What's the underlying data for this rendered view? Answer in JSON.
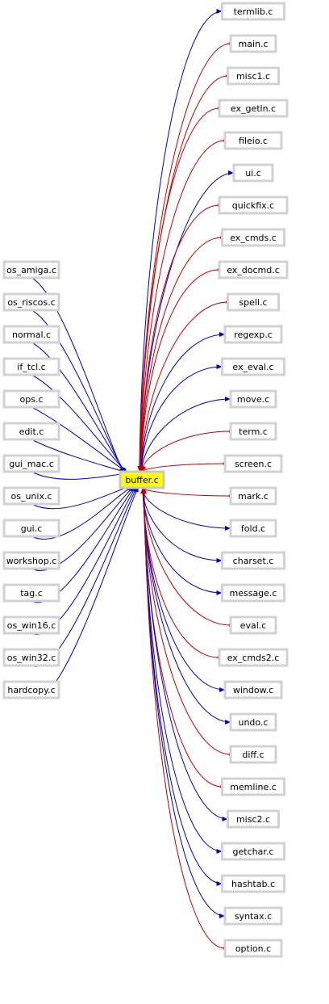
{
  "center": {
    "label": "buffer.c",
    "highlight": "#ffff00"
  },
  "colors": {
    "blue_edge": "#0000c0",
    "red_edge": "#c00000"
  },
  "left_nodes": [
    "os_amiga.c",
    "os_riscos.c",
    "normal.c",
    "if_tcl.c",
    "ops.c",
    "edit.c",
    "gui_mac.c",
    "os_unix.c",
    "gui.c",
    "workshop.c",
    "tag.c",
    "os_win16.c",
    "os_win32.c",
    "hardcopy.c"
  ],
  "right_nodes": [
    {
      "label": "termlib.c",
      "edge": "blue"
    },
    {
      "label": "main.c",
      "edge": "red"
    },
    {
      "label": "misc1.c",
      "edge": "red"
    },
    {
      "label": "ex_getln.c",
      "edge": "red"
    },
    {
      "label": "fileio.c",
      "edge": "red"
    },
    {
      "label": "ui.c",
      "edge": "blue"
    },
    {
      "label": "quickfix.c",
      "edge": "red"
    },
    {
      "label": "ex_cmds.c",
      "edge": "red"
    },
    {
      "label": "ex_docmd.c",
      "edge": "red"
    },
    {
      "label": "spell.c",
      "edge": "red"
    },
    {
      "label": "regexp.c",
      "edge": "blue"
    },
    {
      "label": "ex_eval.c",
      "edge": "blue"
    },
    {
      "label": "move.c",
      "edge": "blue"
    },
    {
      "label": "term.c",
      "edge": "red"
    },
    {
      "label": "screen.c",
      "edge": "red"
    },
    {
      "label": "mark.c",
      "edge": "red"
    },
    {
      "label": "fold.c",
      "edge": "blue"
    },
    {
      "label": "charset.c",
      "edge": "blue"
    },
    {
      "label": "message.c",
      "edge": "blue"
    },
    {
      "label": "eval.c",
      "edge": "red"
    },
    {
      "label": "ex_cmds2.c",
      "edge": "red"
    },
    {
      "label": "window.c",
      "edge": "blue"
    },
    {
      "label": "undo.c",
      "edge": "blue"
    },
    {
      "label": "diff.c",
      "edge": "red"
    },
    {
      "label": "memline.c",
      "edge": "red"
    },
    {
      "label": "misc2.c",
      "edge": "blue"
    },
    {
      "label": "getchar.c",
      "edge": "blue"
    },
    {
      "label": "hashtab.c",
      "edge": "blue"
    },
    {
      "label": "syntax.c",
      "edge": "blue"
    },
    {
      "label": "option.c",
      "edge": "red"
    }
  ]
}
